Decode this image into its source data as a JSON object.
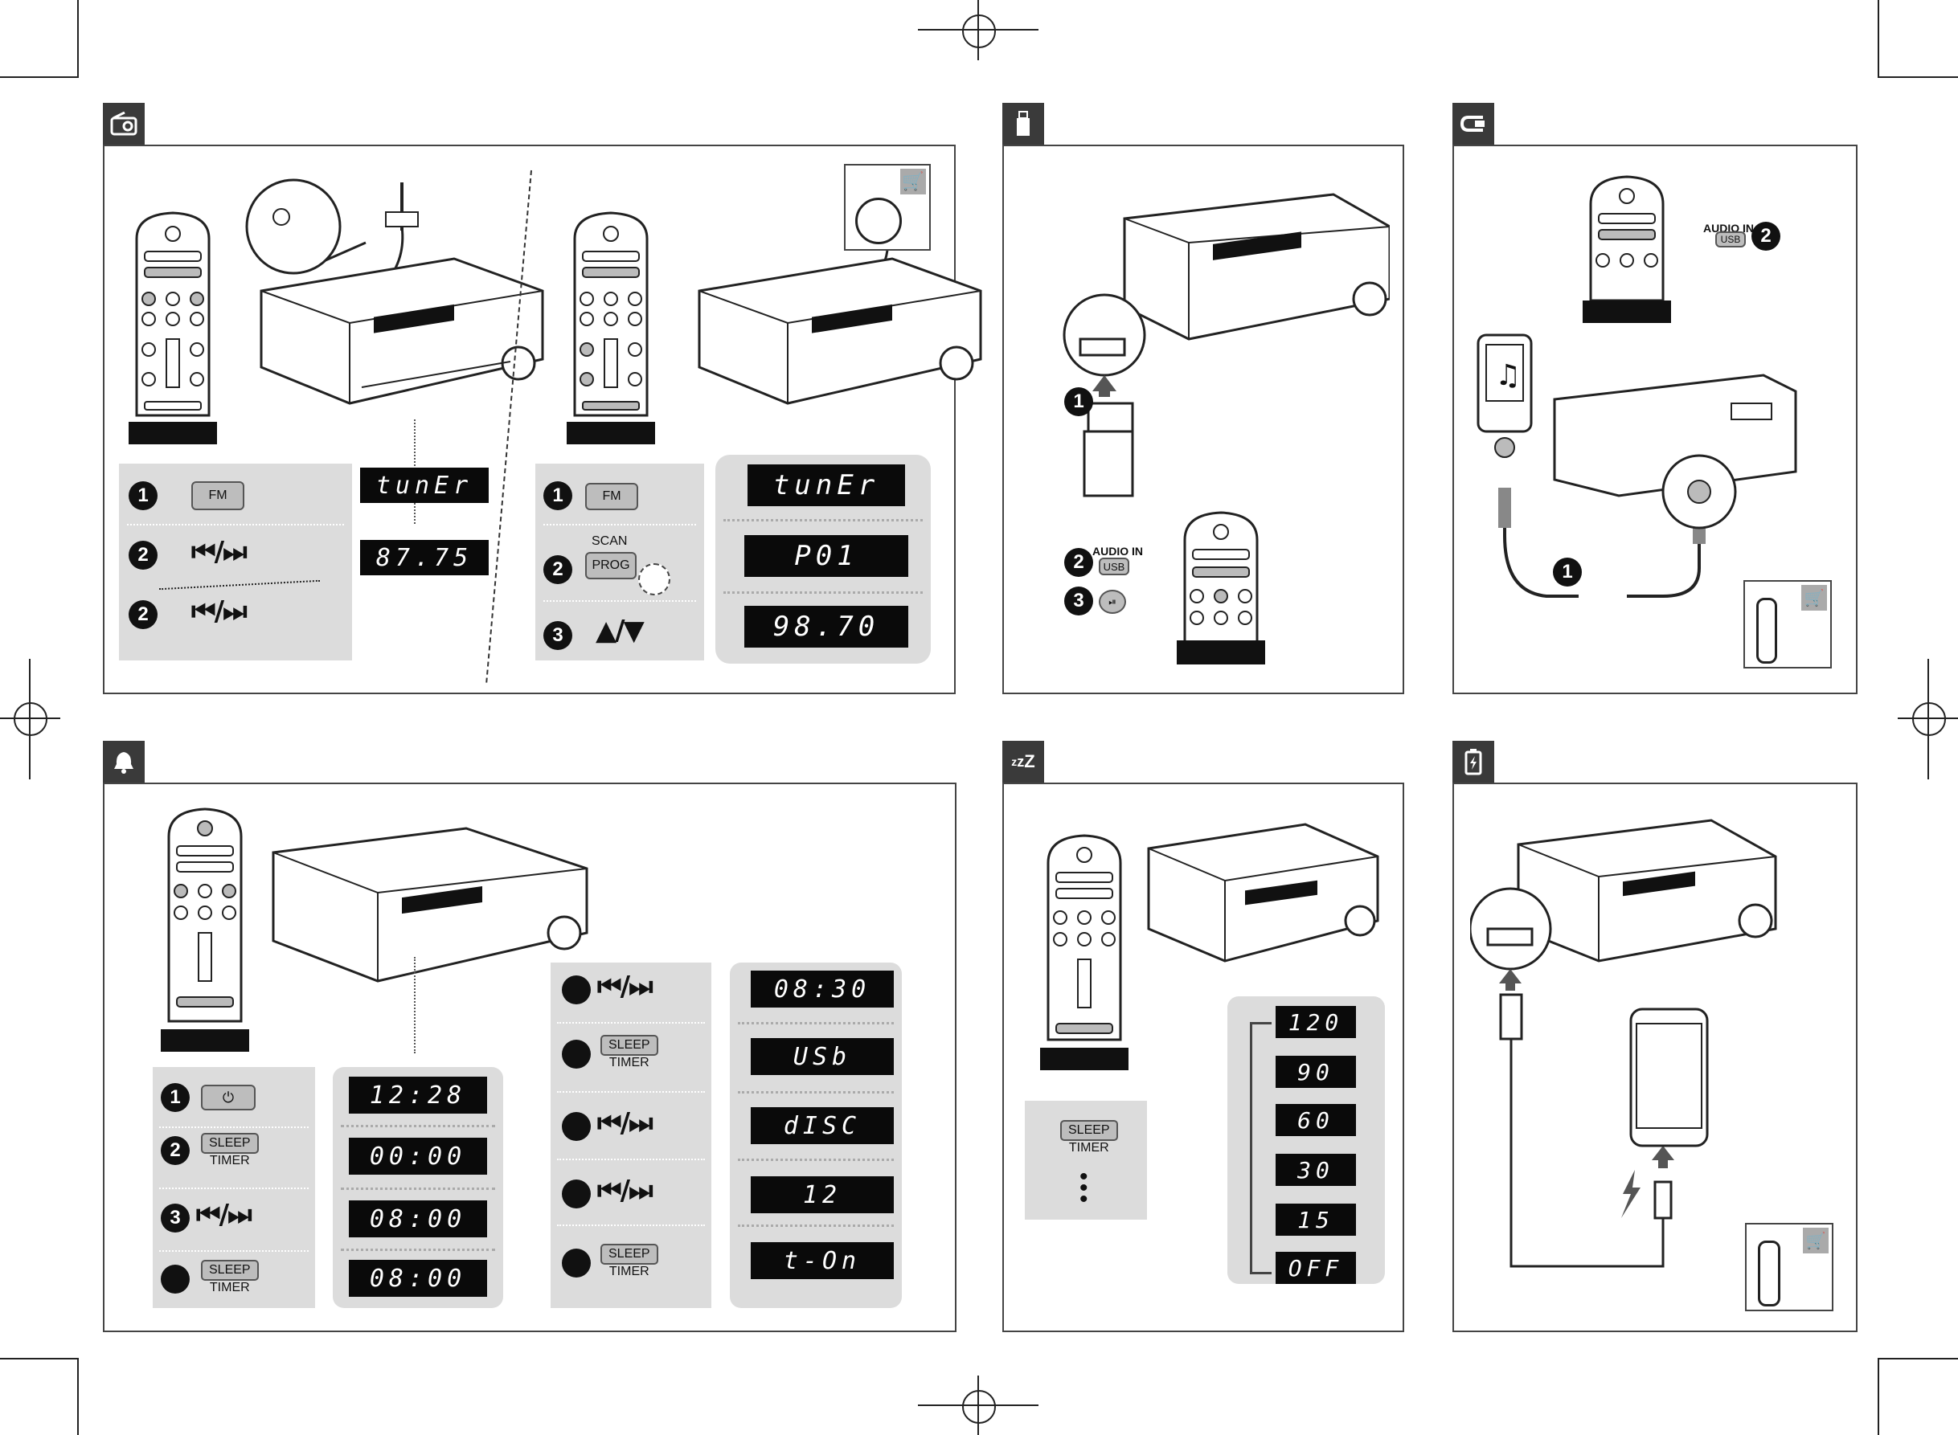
{
  "radio": {
    "fm_label": "FM",
    "display_tuner": "tunEr",
    "display_freq": "87.75",
    "scan_label": "SCAN",
    "prog_label": "PROG",
    "display_preset": "P01",
    "display_preset_freq": "98.70"
  },
  "usb": {
    "audio_in_label": "AUDIO IN",
    "usb_label": "USB"
  },
  "audioin": {
    "audio_in_label": "AUDIO IN",
    "usb_label": "USB"
  },
  "alarm": {
    "display_clock": "12:28",
    "display_set": "00:00",
    "display_hour": "08:00",
    "display_min": "08:00",
    "display_min_set": "08:30",
    "display_source": "USb",
    "display_disc": "dISC",
    "display_vol": "12",
    "display_on": "t-On",
    "sleep_label": "SLEEP",
    "timer_label": "TIMER"
  },
  "sleep": {
    "sleep_label": "SLEEP",
    "timer_label": "TIMER",
    "values": [
      "120",
      "90",
      "60",
      "30",
      "15",
      "OFF"
    ]
  }
}
